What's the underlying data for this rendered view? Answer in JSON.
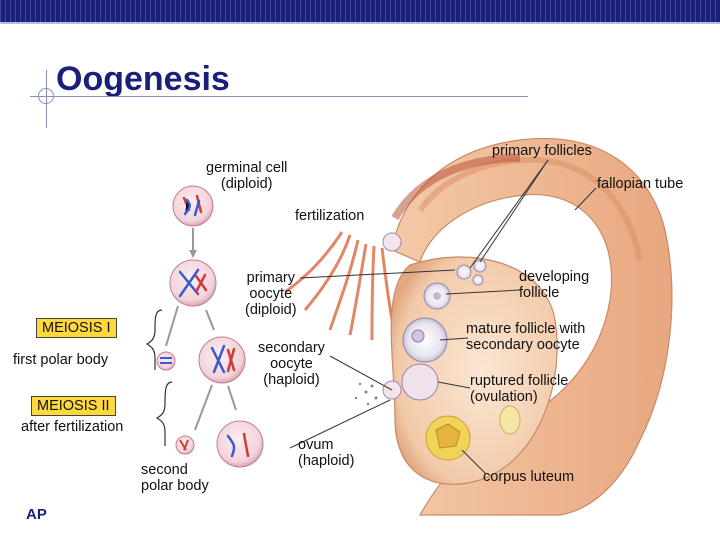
{
  "slide": {
    "title": "Oogenesis",
    "footer": "AP"
  },
  "labels": {
    "germinal_cell": "germinal cell\n(diploid)",
    "fertilization": "fertilization",
    "primary_oocyte": "primary\noocyte\n(diploid)",
    "meiosis_1": "MEIOSIS I",
    "first_polar_body": "first polar body",
    "secondary_oocyte": "secondary\noocyte\n(haploid)",
    "meiosis_2": "MEIOSIS II",
    "after_fertilization": "after fertilization",
    "second_polar_body": "second\npolar body",
    "ovum": "ovum\n(haploid)",
    "primary_follicles": "primary follicles",
    "fallopian_tube": "fallopian tube",
    "developing_follicle": "developing\nfollicle",
    "mature_follicle": "mature follicle with\nsecondary oocyte",
    "ruptured_follicle": "ruptured follicle\n(ovulation)",
    "corpus_luteum": "corpus luteum"
  },
  "colors": {
    "title": "#1a1f7a",
    "badge": "#ffd83a",
    "chromosome_red": "#d23a3a",
    "chromosome_blue": "#3a5ad2"
  }
}
